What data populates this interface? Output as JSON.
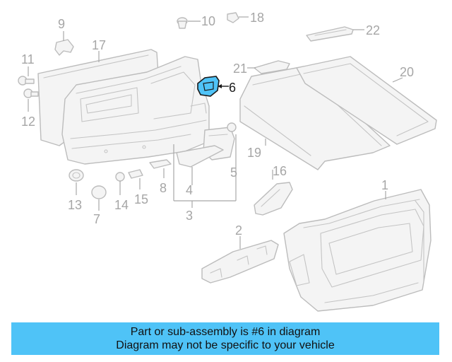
{
  "diagram": {
    "callouts": {
      "c1": "1",
      "c2": "2",
      "c3": "3",
      "c4": "4",
      "c5": "5",
      "c6": "6",
      "c7": "7",
      "c8": "8",
      "c9": "9",
      "c10": "10",
      "c11": "11",
      "c12": "12",
      "c13": "13",
      "c14": "14",
      "c15": "15",
      "c16": "16",
      "c17": "17",
      "c18": "18",
      "c19": "19",
      "c20": "20",
      "c21": "21",
      "c22": "22"
    },
    "highlighted_part": "6",
    "colors": {
      "highlight": "#4fc3f7",
      "line_art": "#bcbcbc",
      "callout_text": "#a6a6a6"
    }
  },
  "banner": {
    "line1": "Part or sub-assembly is #6 in diagram",
    "line2": "Diagram may not be specific to your vehicle"
  }
}
